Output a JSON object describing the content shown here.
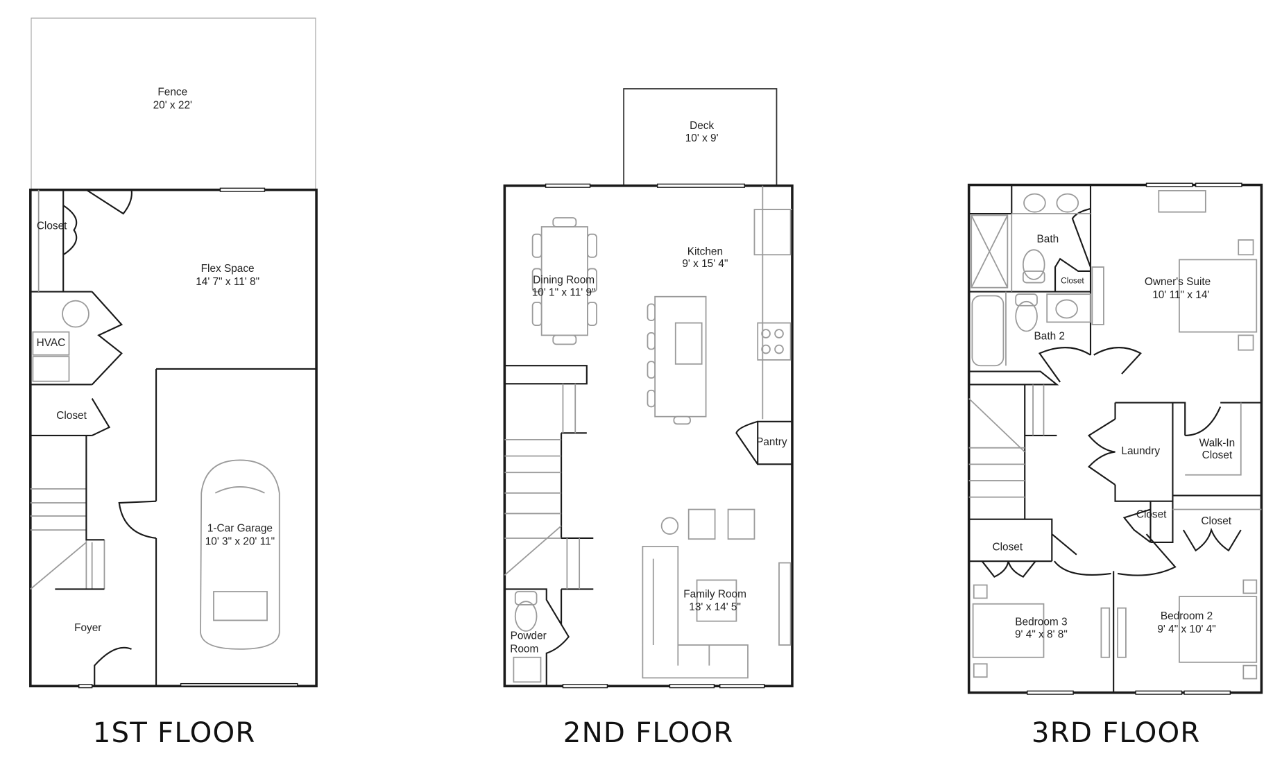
{
  "floors": [
    {
      "title": "1ST FLOOR",
      "rooms": [
        {
          "name": "Fence",
          "size": "20' x 22'"
        },
        {
          "name": "Closet"
        },
        {
          "name": "Flex Space",
          "size": "14' 7\" x 11' 8\""
        },
        {
          "name": "HVAC"
        },
        {
          "name": "Closet"
        },
        {
          "name": "1-Car Garage",
          "size": "10' 3\" x 20' 11\""
        },
        {
          "name": "Foyer"
        }
      ]
    },
    {
      "title": "2ND FLOOR",
      "rooms": [
        {
          "name": "Deck",
          "size": "10' x 9'"
        },
        {
          "name": "Kitchen",
          "size": "9' x 15' 4\""
        },
        {
          "name": "Dining Room",
          "size": "10' 1\" x 11' 9\""
        },
        {
          "name": "Pantry"
        },
        {
          "name": "Family Room",
          "size": "13' x 14' 5\""
        },
        {
          "name": "Powder",
          "name2": "Room"
        }
      ]
    },
    {
      "title": "3RD FLOOR",
      "rooms": [
        {
          "name": "Bath"
        },
        {
          "name": "Closet"
        },
        {
          "name": "Owner's Suite",
          "size": "10' 11\" x 14'"
        },
        {
          "name": "Bath 2"
        },
        {
          "name": "Laundry"
        },
        {
          "name": "Walk-In",
          "name2": "Closet"
        },
        {
          "name": "Closet"
        },
        {
          "name": "Closet"
        },
        {
          "name": "Closet"
        },
        {
          "name": "Bedroom 3",
          "size": "9' 4\" x 8' 8\""
        },
        {
          "name": "Bedroom 2",
          "size": "9' 4\" x 10' 4\""
        }
      ]
    }
  ]
}
